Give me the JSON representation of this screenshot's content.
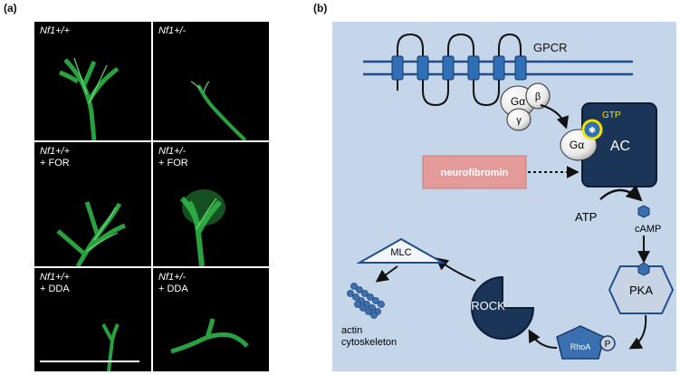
{
  "panel_a": {
    "label": "(a)",
    "tiles": [
      {
        "genotype": "Nf1+/+",
        "treatment": ""
      },
      {
        "genotype": "Nf1+/-",
        "treatment": ""
      },
      {
        "genotype": "Nf1+/+",
        "treatment": "+ FOR"
      },
      {
        "genotype": "Nf1+/-",
        "treatment": "+ FOR"
      },
      {
        "genotype": "Nf1+/+",
        "treatment": "+ DDA"
      },
      {
        "genotype": "Nf1+/-",
        "treatment": "+ DDA"
      }
    ]
  },
  "panel_b": {
    "label": "(b)",
    "gpcr": "GPCR",
    "g_alpha": "Gα",
    "g_beta": "β",
    "g_gamma": "γ",
    "gtp": "GTP",
    "ac_g_alpha": "Gα",
    "ac": "AC",
    "neurofibromin": "neurofibromin",
    "atp": "ATP",
    "camp": "cAMP",
    "pka": "PKA",
    "rhoa": "RhoA",
    "p": "P",
    "rock": "ROCK",
    "mlc": "MLC",
    "actin_line1": "actin",
    "actin_line2": "cytoskeleton"
  },
  "colors": {
    "background": "#c5d5ea",
    "membrane": "#1f4e8c",
    "ac_box": "#1b3558",
    "neurofibromin": "#e59a9a",
    "gtp_ring": "#f3e300",
    "fluorescence": "#2fb346"
  }
}
